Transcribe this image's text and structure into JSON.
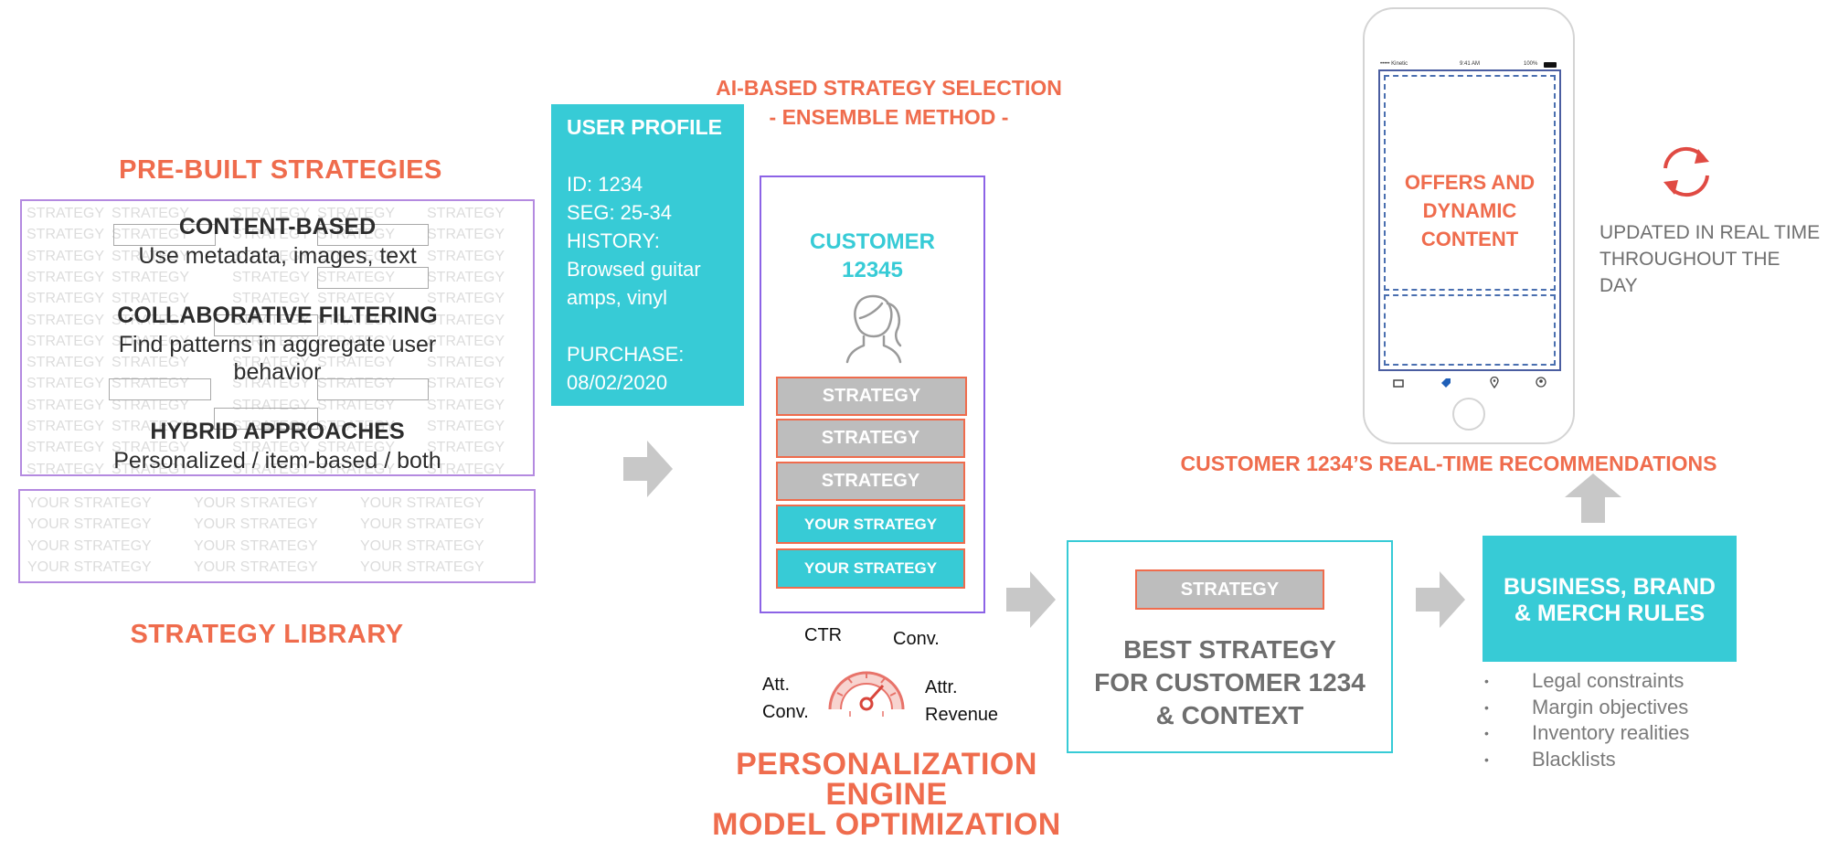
{
  "left": {
    "prebuilt_title": "PRE-BUILT STRATEGIES",
    "grid_word": "STRATEGY",
    "content_based_title": "CONTENT-BASED",
    "content_based_desc": "Use metadata, images, text",
    "collab_title": "COLLABORATIVE FILTERING",
    "collab_desc_1": "Find patterns in aggregate user",
    "collab_desc_2": "behavior",
    "hybrid_title": "HYBRID APPROACHES",
    "hybrid_desc": "Personalized / item-based / both",
    "your_strategy_word": "YOUR STRATEGY",
    "library_title": "STRATEGY LIBRARY"
  },
  "profile": {
    "title": "USER PROFILE",
    "id": "ID: 1234",
    "seg": "SEG: 25-34",
    "history_label": "HISTORY:",
    "history_1": "Browsed guitar",
    "history_2": "amps, vinyl",
    "purchase_label": "PURCHASE:",
    "purchase_date": "08/02/2020"
  },
  "selection": {
    "title_1": "AI-BASED STRATEGY SELECTION",
    "title_2": "- ENSEMBLE METHOD -",
    "customer_1": "CUSTOMER",
    "customer_2": "12345",
    "strategy_label": "STRATEGY",
    "your_strategy_label": "YOUR STRATEGY"
  },
  "gauge": {
    "ctr": "CTR",
    "conv": "Conv.",
    "att_1": "Att.",
    "att_2": "Conv.",
    "attr_1": "Attr.",
    "attr_2": "Revenue"
  },
  "engine": {
    "line_1": "PERSONALIZATION",
    "line_2": "ENGINE",
    "line_3": "MODEL OPTIMIZATION"
  },
  "best": {
    "strategy_label": "STRATEGY",
    "line_1": "BEST STRATEGY",
    "line_2": "FOR CUSTOMER 1234",
    "line_3": "& CONTEXT"
  },
  "rules": {
    "line_1": "BUSINESS, BRAND",
    "line_2": "& MERCH RULES",
    "bullets": [
      "Legal constraints",
      "Margin objectives",
      "Inventory realities",
      "Blacklists"
    ]
  },
  "phone": {
    "carrier": "••••• Kinetic",
    "time": "9:41 AM",
    "battery": "100%",
    "content_1": "OFFERS AND",
    "content_2": "DYNAMIC",
    "content_3": "CONTENT"
  },
  "recs_title": "CUSTOMER 1234’S REAL-TIME RECOMMENDATIONS",
  "realtime_1": "UPDATED IN REAL TIME",
  "realtime_2": "THROUGHOUT THE DAY",
  "colors": {
    "orange": "#ef6c4d",
    "teal": "#37cbd6",
    "purple": "#a07bd6",
    "gray": "#bdbdbd"
  }
}
